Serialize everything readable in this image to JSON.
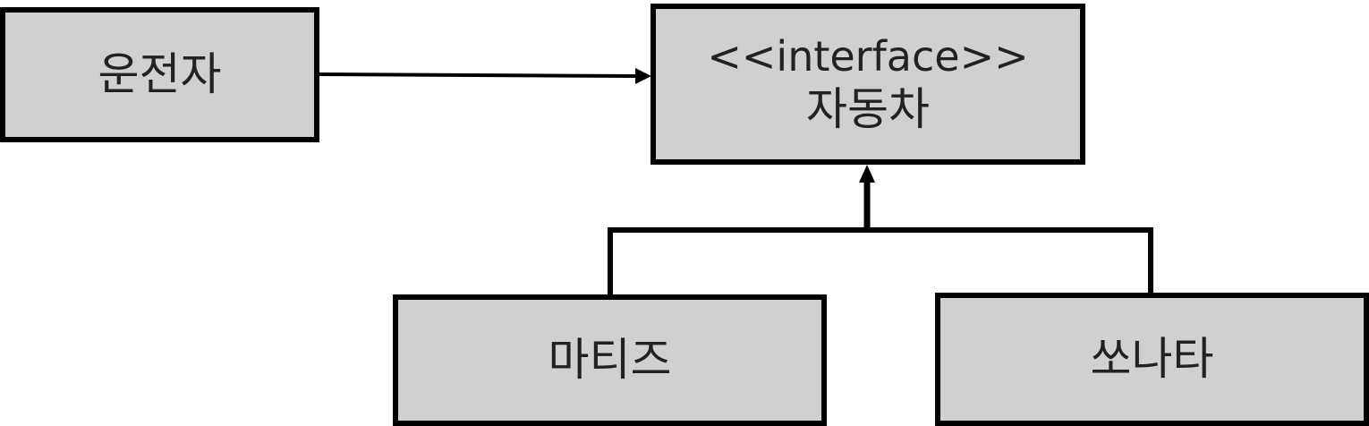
{
  "diagram": {
    "nodes": {
      "driver": {
        "label": "운전자"
      },
      "car": {
        "stereotype": "<<interface>>",
        "label": "자동차"
      },
      "matiz": {
        "label": "마티즈"
      },
      "sonata": {
        "label": "쏘나타"
      }
    },
    "edges": [
      {
        "from": "driver",
        "to": "car",
        "kind": "association"
      },
      {
        "from": "matiz",
        "to": "car",
        "kind": "realization"
      },
      {
        "from": "sonata",
        "to": "car",
        "kind": "realization"
      }
    ],
    "colors": {
      "box_fill": "#d1cfd1",
      "stroke": "#000000",
      "text": "#222222"
    }
  }
}
